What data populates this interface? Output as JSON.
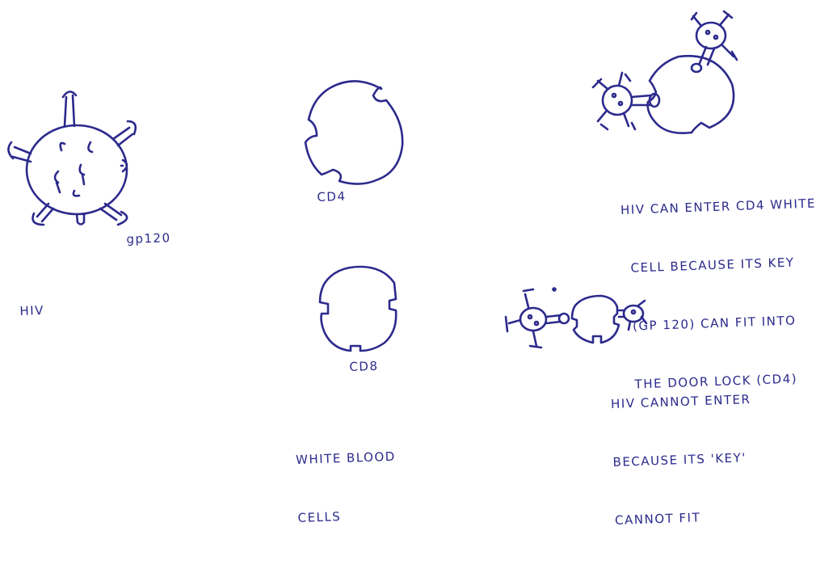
{
  "labels": {
    "gp120": "gp120",
    "hiv": "HIV",
    "cd4": "CD4",
    "cd8": "CD8",
    "white_blood_cells": [
      "WHITE BLOOD",
      "CELLS"
    ]
  },
  "captions": {
    "can_enter": [
      "HIV CAN ENTER CD4 WHITE",
      "CELL BECAUSE ITS KEY",
      "(GP 120) CAN FIT INTO",
      "THE DOOR LOCK (CD4)"
    ],
    "cannot_enter": [
      "HIV CANNOT ENTER",
      "BECAUSE ITS 'KEY'",
      "CANNOT FIT"
    ]
  },
  "colors": {
    "ink": "#2c2a8c",
    "background": "#ffffff"
  }
}
